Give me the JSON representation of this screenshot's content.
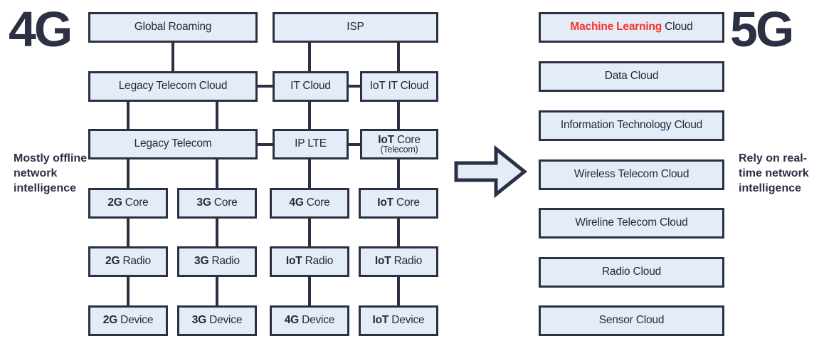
{
  "diagram": {
    "title_left": "4G",
    "title_right": "5G",
    "caption_left": "Mostly offline network intelligence",
    "caption_right": "Rely on real-time network intelligence",
    "arrow_icon": "right-arrow-icon",
    "colors": {
      "box_fill": "#e4ecf7",
      "box_border": "#2b3044",
      "text": "#232a3b",
      "accent": "#f8322a",
      "background": "#ffffff"
    }
  },
  "legacy_side": {
    "boxes": [
      {
        "id": "global-roaming",
        "text": "Global Roaming",
        "bold_prefix": "",
        "sub": ""
      },
      {
        "id": "isp",
        "text": "ISP",
        "bold_prefix": "",
        "sub": ""
      },
      {
        "id": "legacy-telecom-cloud",
        "text": "Legacy Telecom Cloud",
        "bold_prefix": "",
        "sub": ""
      },
      {
        "id": "it-cloud",
        "text": "IT Cloud",
        "bold_prefix": "",
        "sub": ""
      },
      {
        "id": "iot-it-cloud",
        "text": "IoT IT Cloud",
        "bold_prefix": "",
        "sub": ""
      },
      {
        "id": "legacy-telecom",
        "text": "Legacy Telecom",
        "bold_prefix": "",
        "sub": ""
      },
      {
        "id": "ip-lte",
        "text": "IP LTE",
        "bold_prefix": "",
        "sub": ""
      },
      {
        "id": "iot-core-telecom",
        "text": "Core",
        "bold_prefix": "IoT",
        "sub": "(Telecom)"
      },
      {
        "id": "2g-core",
        "text": "Core",
        "bold_prefix": "2G",
        "sub": ""
      },
      {
        "id": "3g-core",
        "text": "Core",
        "bold_prefix": "3G",
        "sub": ""
      },
      {
        "id": "4g-core",
        "text": "Core",
        "bold_prefix": "4G",
        "sub": ""
      },
      {
        "id": "iot-core",
        "text": "Core",
        "bold_prefix": "IoT",
        "sub": ""
      },
      {
        "id": "2g-radio",
        "text": "Radio",
        "bold_prefix": "2G",
        "sub": ""
      },
      {
        "id": "3g-radio",
        "text": "Radio",
        "bold_prefix": "3G",
        "sub": ""
      },
      {
        "id": "4g-radio",
        "text": "Radio",
        "bold_prefix": "IoT",
        "sub": ""
      },
      {
        "id": "iot-radio",
        "text": "Radio",
        "bold_prefix": "IoT",
        "sub": ""
      },
      {
        "id": "2g-device",
        "text": "Device",
        "bold_prefix": "2G",
        "sub": ""
      },
      {
        "id": "3g-device",
        "text": "Device",
        "bold_prefix": "3G",
        "sub": ""
      },
      {
        "id": "4g-device",
        "text": "Device",
        "bold_prefix": "4G",
        "sub": ""
      },
      {
        "id": "iot-device",
        "text": "Device",
        "bold_prefix": "IoT",
        "sub": ""
      }
    ]
  },
  "cloud_side": {
    "boxes": [
      {
        "id": "machine-learning-cloud",
        "accent_text": "Machine Learning",
        "text": "Cloud"
      },
      {
        "id": "data-cloud",
        "accent_text": "",
        "text": "Data Cloud"
      },
      {
        "id": "information-technology-cloud",
        "accent_text": "",
        "text": "Information Technology Cloud"
      },
      {
        "id": "wireless-telecom-cloud",
        "accent_text": "",
        "text": "Wireless Telecom Cloud"
      },
      {
        "id": "wireline-telecom-cloud",
        "accent_text": "",
        "text": "Wireline Telecom Cloud"
      },
      {
        "id": "radio-cloud",
        "accent_text": "",
        "text": "Radio Cloud"
      },
      {
        "id": "sensor-cloud",
        "accent_text": "",
        "text": "Sensor Cloud"
      }
    ]
  }
}
